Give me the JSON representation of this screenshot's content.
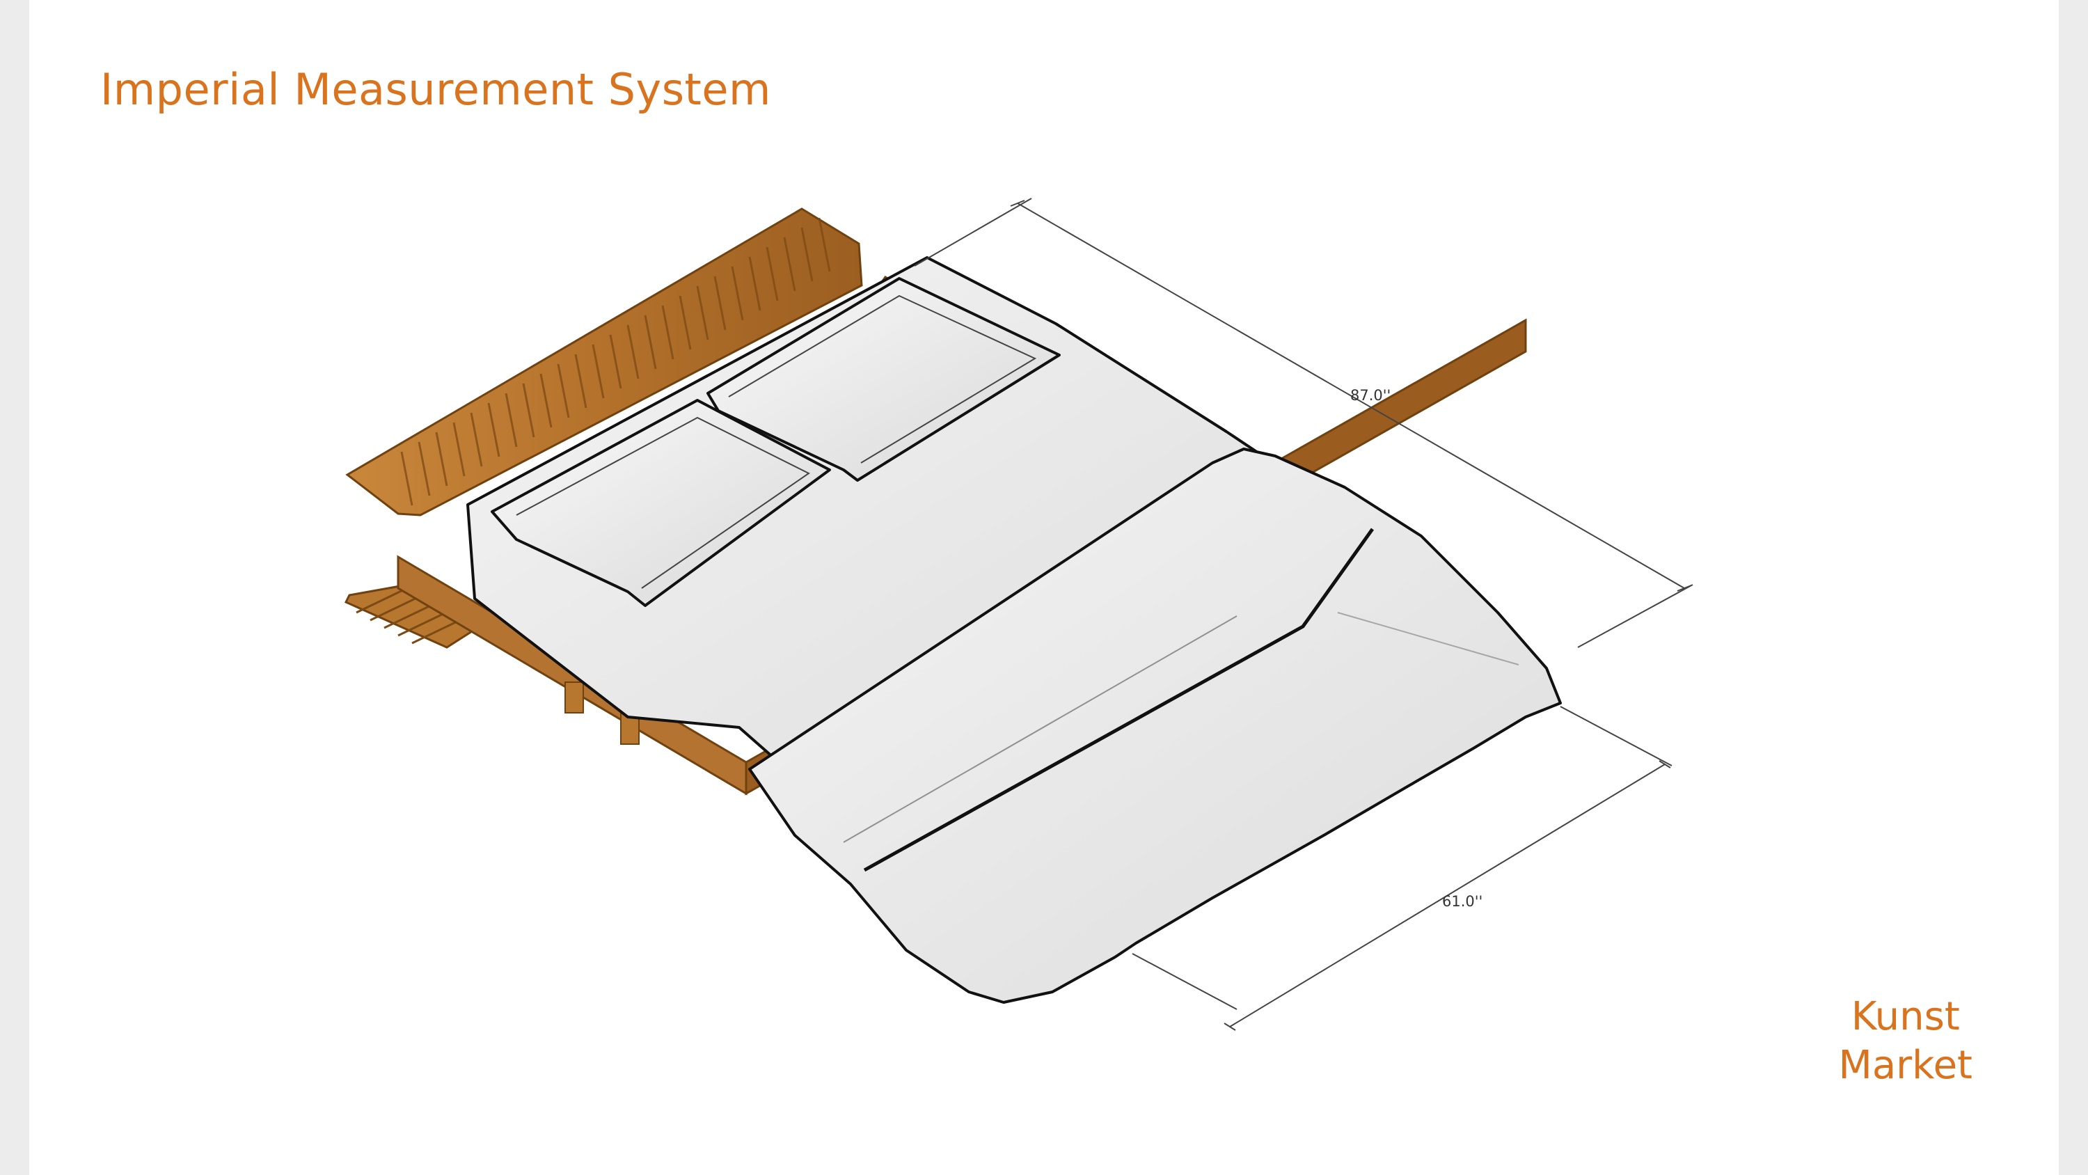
{
  "header": {
    "title": "Imperial Measurement System"
  },
  "brand": {
    "line1": "Kunst",
    "line2": "Market"
  },
  "dimensions": {
    "length": "87.0''",
    "width": "61.0''"
  },
  "colors": {
    "accent": "#d9731e",
    "wood": "#b8772f",
    "wood_dark": "#8a5518",
    "linen": "#ededed",
    "dimension_line": "#444444"
  }
}
